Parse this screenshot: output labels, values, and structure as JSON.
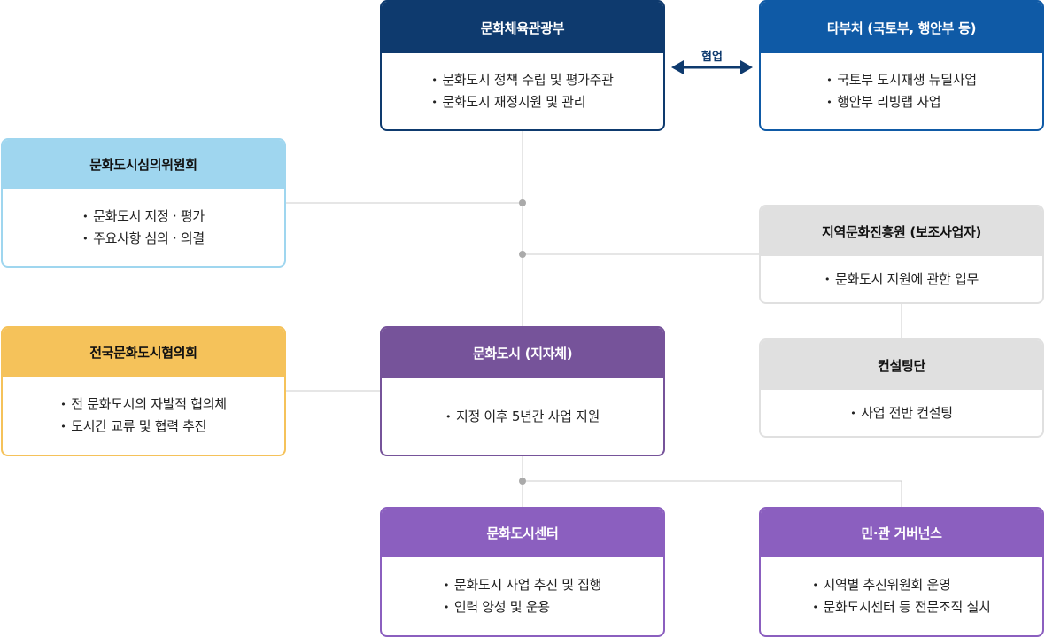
{
  "colors": {
    "navy": "#0e3a6e",
    "blue": "#0f5aa6",
    "sky": "#9fd6ef",
    "yellow": "#f5c25a",
    "grey": "#e0e0e0",
    "purple_dark": "#76539a",
    "purple": "#8b5fbf",
    "connector": "#cccccc"
  },
  "collaboration_label": "협업",
  "boxes": {
    "ministry": {
      "title": "문화체육관광부",
      "items": [
        "문화도시 정책 수립 및 평가주관",
        "문화도시 재정지원 및 관리"
      ]
    },
    "other_ministries": {
      "title": "타부처 (국토부, 행안부 등)",
      "items": [
        "국토부 도시재생 뉴딜사업",
        "행안부 리빙랩 사업"
      ]
    },
    "review_committee": {
      "title": "문화도시심의위원회",
      "items": [
        "문화도시 지정 · 평가",
        "주요사항 심의 · 의결"
      ]
    },
    "regional_culture_agency": {
      "title": "지역문화진흥원 (보조사업자)",
      "items": [
        "문화도시 지원에 관한 업무"
      ]
    },
    "consulting_team": {
      "title": "컨설팅단",
      "items": [
        "사업 전반 컨설팅"
      ]
    },
    "national_council": {
      "title": "전국문화도시협의회",
      "items": [
        "전 문화도시의 자발적 협의체",
        "도시간 교류 및 협력 추진"
      ]
    },
    "culture_city": {
      "title": "문화도시 (지자체)",
      "items": [
        "지정 이후 5년간 사업 지원"
      ]
    },
    "culture_city_center": {
      "title": "문화도시센터",
      "items": [
        "문화도시 사업 추진 및 집행",
        "인력 양성 및 운용"
      ]
    },
    "governance": {
      "title": "민·관 거버넌스",
      "items": [
        "지역별 추진위원회 운영",
        "문화도시센터 등 전문조직 설치"
      ]
    }
  }
}
